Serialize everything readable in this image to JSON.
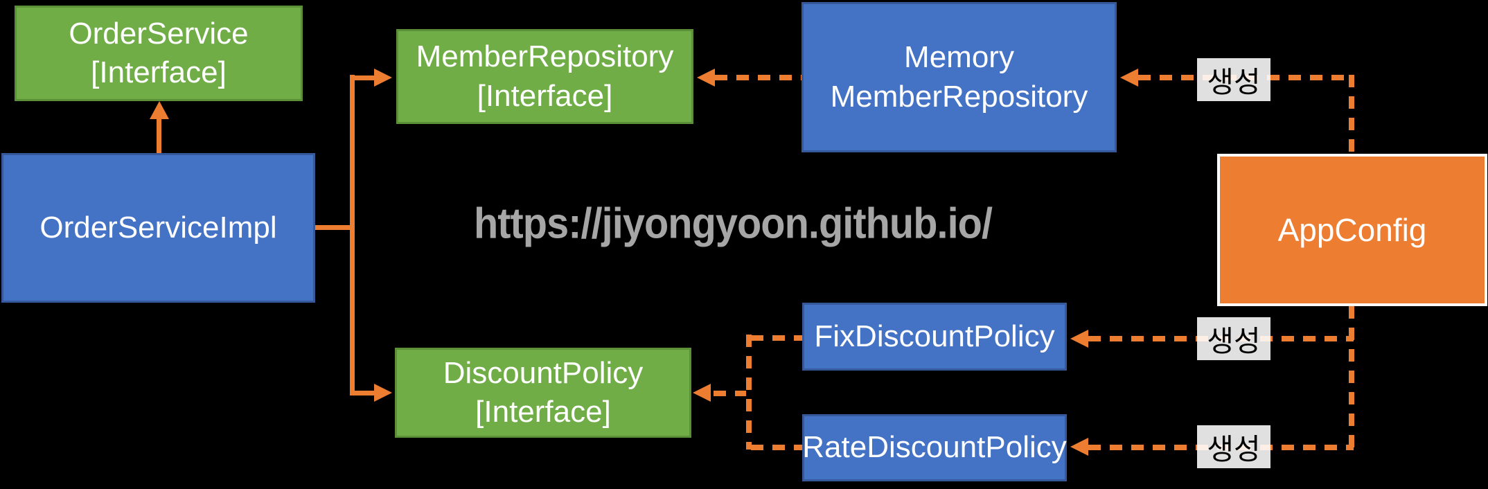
{
  "diagram": {
    "watermark_url": "https://jiyongyoon.github.io/",
    "create_label": "생성",
    "nodes": {
      "order_service": {
        "line1": "OrderService",
        "line2": "[Interface]",
        "type": "interface"
      },
      "order_service_impl": {
        "label": "OrderServiceImpl",
        "type": "implementation"
      },
      "member_repository": {
        "line1": "MemberRepository",
        "line2": "[Interface]",
        "type": "interface"
      },
      "memory_member_repository": {
        "line1": "Memory",
        "line2": "MemberRepository",
        "type": "implementation"
      },
      "discount_policy": {
        "line1": "DiscountPolicy",
        "line2": "[Interface]",
        "type": "interface"
      },
      "fix_discount_policy": {
        "label": "FixDiscountPolicy",
        "type": "implementation"
      },
      "rate_discount_policy": {
        "label": "RateDiscountPolicy",
        "type": "implementation"
      },
      "app_config": {
        "label": "AppConfig",
        "type": "config"
      }
    },
    "colors": {
      "background": "#000000",
      "interface_green": "#70AD47",
      "implementation_blue": "#4472C4",
      "config_orange": "#ED7D31",
      "connector_orange": "#ED7D31",
      "watermark_gray": "#A6A6A6",
      "box_text": "#FFFFFF",
      "create_label_bg": "#FFFFFF",
      "create_label_text": "#000000"
    }
  }
}
